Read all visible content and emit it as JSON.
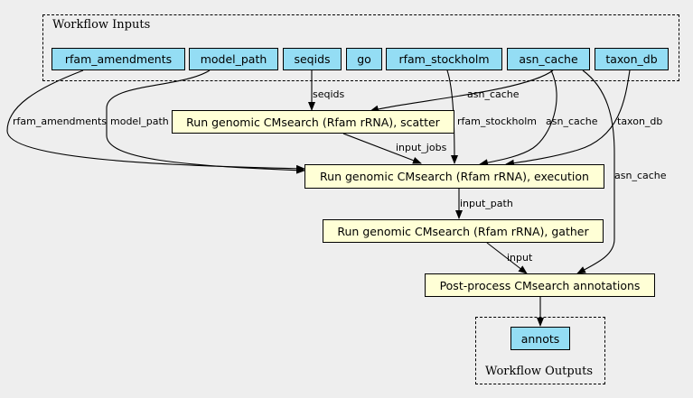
{
  "clusters": {
    "inputs_title": "Workflow Inputs",
    "outputs_title": "Workflow Outputs"
  },
  "inputs": {
    "rfam_amendments": "rfam_amendments",
    "model_path": "model_path",
    "seqids": "seqids",
    "go": "go",
    "rfam_stockholm": "rfam_stockholm",
    "asn_cache": "asn_cache",
    "taxon_db": "taxon_db"
  },
  "steps": {
    "scatter": "Run genomic CMsearch (Rfam rRNA), scatter",
    "execution": "Run genomic CMsearch (Rfam rRNA), execution",
    "gather": "Run genomic CMsearch (Rfam rRNA), gather",
    "postprocess": "Post-process CMsearch annotations"
  },
  "outputs": {
    "annots": "annots"
  },
  "edge_labels": {
    "seqids": "seqids",
    "asn_cache_scatter": "asn_cache",
    "rfam_amendments": "rfam_amendments",
    "model_path": "model_path",
    "rfam_stockholm": "rfam_stockholm",
    "asn_cache_exec": "asn_cache",
    "taxon_db": "taxon_db",
    "asn_cache_post": "asn_cache",
    "input_jobs": "input_jobs",
    "input_path": "input_path",
    "input": "input"
  },
  "colors": {
    "input_fill": "#94ddf4",
    "step_fill": "#ffffd6",
    "background": "#eeeeee"
  }
}
